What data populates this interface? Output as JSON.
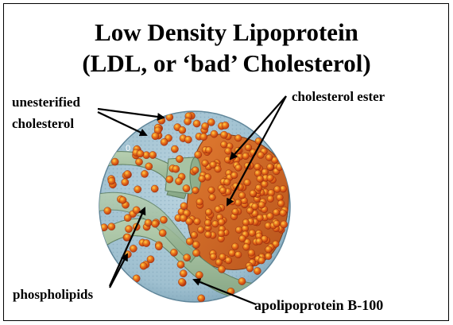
{
  "title": {
    "line1": "Low Density Lipoprotein",
    "line2": "(LDL, or ‘bad’ Cholesterol)"
  },
  "labels": {
    "unesterified_line1": "unesterified",
    "unesterified_line2": "cholesterol",
    "cholesterol_ester": "cholesterol ester",
    "phospholipids": "phospholipids",
    "apolipoprotein": "apolipoprotein B-100",
    "stray_mark": "0"
  },
  "colors": {
    "shell": "#9fc0d0",
    "shell_dark": "#6f96ab",
    "protein_band": "#9db89a",
    "protein_band_dark": "#6f8f70",
    "sphere_orange": "#e8731c",
    "sphere_red": "#c63a12",
    "sphere_highlight": "#ffd24a",
    "arrow": "#000000"
  }
}
